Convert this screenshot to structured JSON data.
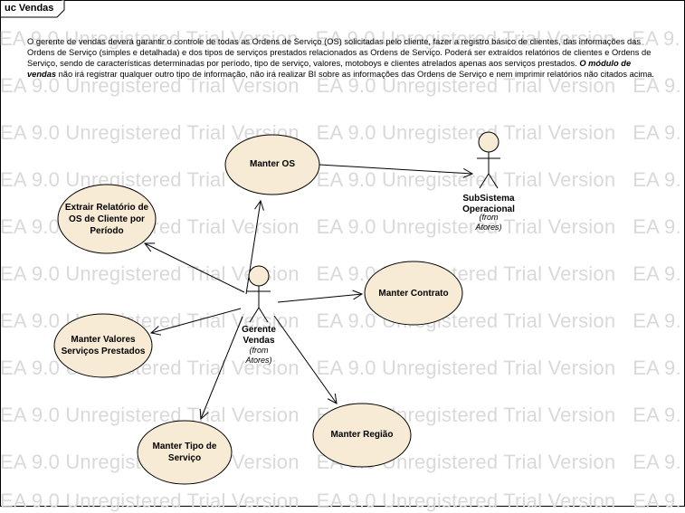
{
  "diagram": {
    "tab_label": "uc Vendas",
    "watermark_text": "EA 9.0 Unregistered Trial Version",
    "description": {
      "part1": "O gerente de vendas deverá garantir o controle de todas as Ordens de Serviço (OS) solicitadas pelo cliente, fazer a registro básico de clientes, das informações das Ordens de Serviço (simples e detalhada) e dos tipos de serviços prestados relacionados as Ordens de Serviço. Poderá ser extraídos relatórios de clientes e Ordens de Serviço, sendo de características determinadas por período, tipo de serviço, valores, motoboys e clientes atrelados apenas aos serviços prestados. ",
      "emphasis": "O módulo de vendas",
      "part2": " não irá registrar qualquer outro tipo de informação, não irá realizar BI sobre as informações das Ordens de Serviço e nem imprimir relatórios não citados acima."
    },
    "actors": {
      "gerente": {
        "name_line1": "Gerente",
        "name_line2": "Vendas",
        "from_line1": "(from",
        "from_line2": "Atores)"
      },
      "subsistema": {
        "name_line1": "SubSistema",
        "name_line2": "Operacional",
        "from_line1": "(from",
        "from_line2": "Atores)"
      }
    },
    "use_cases": {
      "manter_os": "Manter OS",
      "extrair_relatorio_l1": "Extrair Relatório de",
      "extrair_relatorio_l2": "OS de Cliente por",
      "extrair_relatorio_l3": "Período",
      "manter_contrato": "Manter Contrato",
      "manter_valores_l1": "Manter Valores",
      "manter_valores_l2": "Serviços Prestados",
      "manter_tipo_l1": "Manter Tipo de",
      "manter_tipo_l2": "Serviço",
      "manter_regiao": "Manter Região"
    },
    "colors": {
      "use_case_fill": "#f7ebd5",
      "line": "#000000",
      "watermark": "#d9d9d9"
    }
  }
}
